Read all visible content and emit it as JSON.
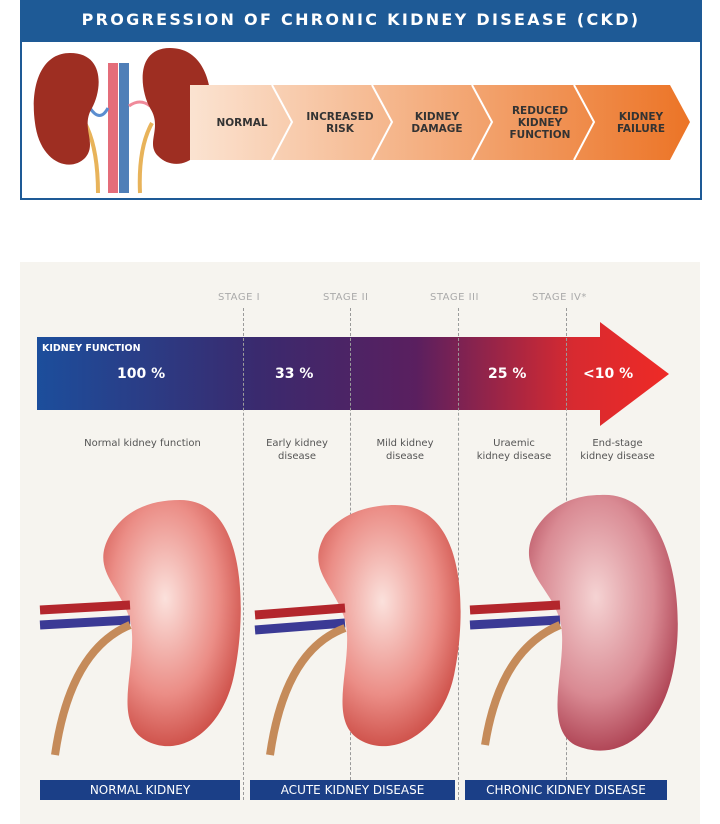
{
  "top_panel": {
    "title": "PROGRESSION OF CHRONIC KIDNEY DISEASE (CKD)",
    "steps": [
      "NORMAL",
      "INCREASED RISK",
      "KIDNEY DAMAGE",
      "REDUCED KIDNEY FUNCTION",
      "KIDNEY FAILURE"
    ],
    "colors": {
      "header": "#1e5a96",
      "chevron_start": "#f9d9c2",
      "chevron_end": "#ec7426"
    }
  },
  "bottom_panel": {
    "stages": [
      "STAGE I",
      "STAGE II",
      "STAGE III",
      "STAGE IV*"
    ],
    "arrow_label": "KIDNEY FUNCTION",
    "percentages": [
      "100 %",
      "33 %",
      "25 %",
      "<10 %"
    ],
    "descriptions": [
      "Normal kidney function",
      "Early kidney disease",
      "Mild kidney disease",
      "Uraemic kidney disease",
      "End-stage kidney disease"
    ],
    "footer_labels": [
      "NORMAL KIDNEY",
      "ACUTE KIDNEY DISEASE",
      "CHRONIC KIDNEY DISEASE"
    ],
    "colors": {
      "arrow_start": "#1c4e9c",
      "arrow_mid": "#5a1f5f",
      "arrow_end": "#e8282a",
      "footer": "#1b3f87"
    }
  }
}
